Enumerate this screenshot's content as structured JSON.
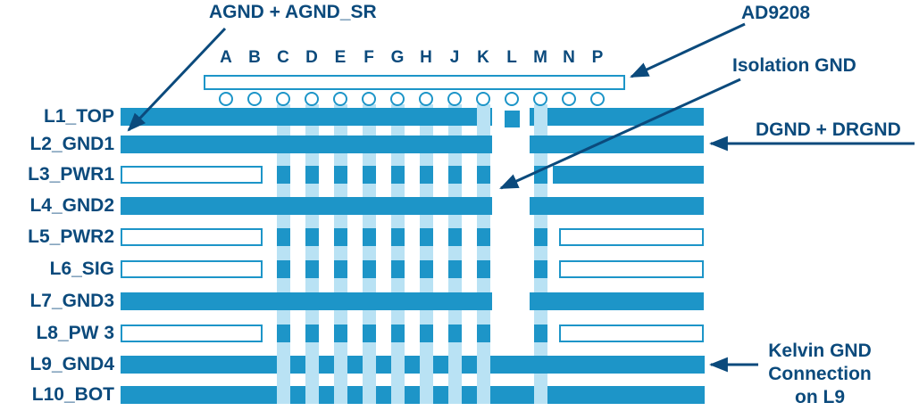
{
  "colors": {
    "bar_blue": "#1d95c8",
    "via_light": "#b9e2f4",
    "navy": "#0b4a7c",
    "background": "#ffffff"
  },
  "ball_letters": [
    "A",
    "B",
    "C",
    "D",
    "E",
    "F",
    "G",
    "H",
    "J",
    "K",
    "L",
    "M",
    "N",
    "P"
  ],
  "layers": [
    {
      "name": "L1_TOP",
      "segments": [
        "left-wide",
        "right-wide"
      ],
      "stub_column": "L"
    },
    {
      "name": "L2_GND1",
      "segments": [
        "left-wide",
        "right-wide"
      ]
    },
    {
      "name": "L3_PWR1",
      "segments": [
        "left-hollow",
        "right-solid"
      ]
    },
    {
      "name": "L4_GND2",
      "segments": [
        "left-wide",
        "right-wide"
      ]
    },
    {
      "name": "L5_PWR2",
      "segments": [
        "left-hollow",
        "right-hollow"
      ]
    },
    {
      "name": "L6_SIG",
      "segments": [
        "left-hollow",
        "right-hollow"
      ]
    },
    {
      "name": "L7_GND3",
      "segments": [
        "left-wide",
        "right-wide"
      ]
    },
    {
      "name": "L8_PW 3",
      "segments": [
        "left-hollow",
        "right-hollow"
      ]
    },
    {
      "name": "L9_GND4",
      "segments": [
        "full"
      ]
    },
    {
      "name": "L10_BOT",
      "segments": [
        "full"
      ]
    }
  ],
  "vias": {
    "columns": [
      "C",
      "D",
      "E",
      "F",
      "G",
      "H",
      "J",
      "K",
      "M"
    ],
    "connections": {
      "C": [
        "L1_TOP",
        "L2_GND1",
        "L3_PWR1",
        "L4_GND2",
        "L5_PWR2",
        "L6_SIG",
        "L7_GND3",
        "L8_PW 3"
      ],
      "D": [
        "L1_TOP",
        "L2_GND1",
        "L3_PWR1",
        "L4_GND2",
        "L5_PWR2",
        "L6_SIG",
        "L7_GND3",
        "L8_PW 3"
      ],
      "E": [
        "L1_TOP",
        "L2_GND1",
        "L3_PWR1",
        "L4_GND2",
        "L5_PWR2",
        "L6_SIG",
        "L7_GND3",
        "L8_PW 3"
      ],
      "F": [
        "L1_TOP",
        "L2_GND1",
        "L3_PWR1",
        "L4_GND2",
        "L5_PWR2",
        "L6_SIG",
        "L7_GND3",
        "L8_PW 3"
      ],
      "G": [
        "L1_TOP",
        "L2_GND1",
        "L3_PWR1",
        "L4_GND2",
        "L5_PWR2",
        "L6_SIG",
        "L7_GND3",
        "L8_PW 3"
      ],
      "H": [
        "L1_TOP",
        "L2_GND1",
        "L3_PWR1",
        "L4_GND2",
        "L5_PWR2",
        "L6_SIG",
        "L7_GND3",
        "L8_PW 3"
      ],
      "J": [
        "L1_TOP",
        "L2_GND1",
        "L3_PWR1",
        "L4_GND2",
        "L5_PWR2",
        "L6_SIG",
        "L7_GND3",
        "L8_PW 3"
      ],
      "K": [
        "L2_GND1",
        "L3_PWR1",
        "L4_GND2",
        "L5_PWR2",
        "L6_SIG",
        "L7_GND3",
        "L8_PW 3"
      ],
      "M": [
        "L2_GND1",
        "L3_PWR1",
        "L4_GND2",
        "L5_PWR2",
        "L6_SIG",
        "L7_GND3",
        "L8_PW 3",
        "L9_GND4"
      ]
    }
  },
  "annotations": {
    "agnd": "AGND + AGND_SR",
    "chip": "AD9208",
    "isolation": "Isolation GND",
    "dgnd": "DGND + DRGND",
    "kelvin_line1": "Kelvin GND",
    "kelvin_line2": "Connection",
    "kelvin_line3": "on L9"
  }
}
